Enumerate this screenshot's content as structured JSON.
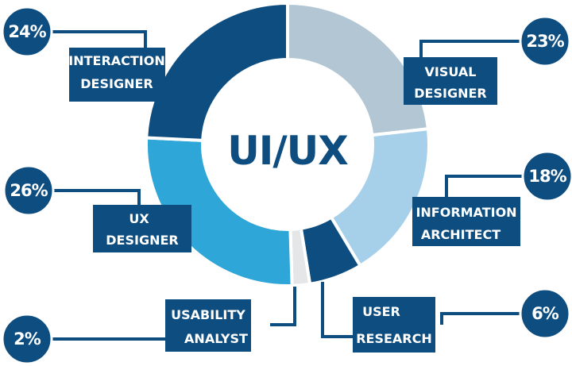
{
  "chart_data": {
    "type": "pie",
    "title": "UI/UX",
    "slices": [
      {
        "name": "INTERACTION DESIGNER",
        "label_lines": [
          "INTERACTION",
          "DESIGNER"
        ],
        "value": 24,
        "percent_label": "24%",
        "color": "#0d4d80"
      },
      {
        "name": "VISUAL DESIGNER",
        "label_lines": [
          "VISUAL",
          "DESIGNER"
        ],
        "value": 23,
        "percent_label": "23%",
        "color": "#b3c6d3"
      },
      {
        "name": "INFORMATION ARCHITECT",
        "label_lines": [
          "INFORMATION",
          "ARCHITECT"
        ],
        "value": 18,
        "percent_label": "18%",
        "color": "#a6d0ea"
      },
      {
        "name": "USER RESEARCH",
        "label_lines": [
          "USER",
          "RESEARCH"
        ],
        "value": 6,
        "percent_label": "6%",
        "color": "#0d4d80"
      },
      {
        "name": "USABILITY ANALYST",
        "label_lines": [
          "USABILITY",
          "ANALYST"
        ],
        "value": 2,
        "percent_label": "2%",
        "color": "#e4e6e7"
      },
      {
        "name": "UX DESIGNER",
        "label_lines": [
          "UX",
          "DESIGNER"
        ],
        "value": 26,
        "percent_label": "26%",
        "color": "#2ea6d7"
      }
    ]
  },
  "colors": {
    "label_bg": "#0d4d80",
    "callout_line": "#0d4d80"
  }
}
